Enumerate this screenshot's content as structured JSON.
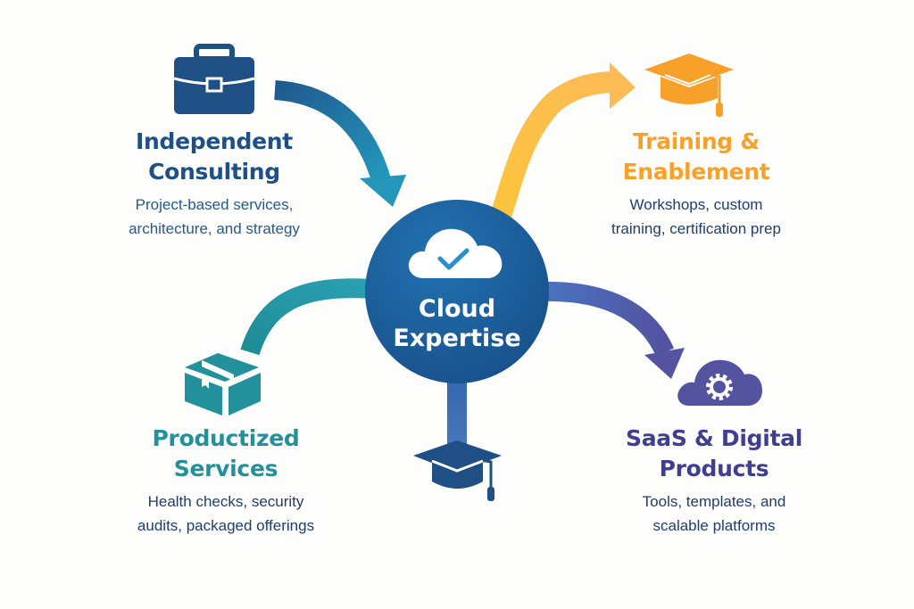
{
  "center": {
    "title_line1": "Cloud",
    "title_line2": "Expertise",
    "icon": "cloud-check-icon",
    "color": "#1b5a95"
  },
  "nodes": [
    {
      "id": "independent-consulting",
      "title_line1": "Independent",
      "title_line2": "Consulting",
      "desc_line1": "Project-based services,",
      "desc_line2": "architecture, and strategy",
      "icon": "briefcase-icon",
      "color": "#1e4f85",
      "arrow_direction": "into-center"
    },
    {
      "id": "training-enablement",
      "title_line1": "Training &",
      "title_line2": "Enablement",
      "desc_line1": "Workshops, custom",
      "desc_line2": "training, certification prep",
      "icon": "graduation-cap-icon",
      "color": "#f7a12b",
      "arrow_direction": "out-of-center"
    },
    {
      "id": "productized-services",
      "title_line1": "Productized",
      "title_line2": "Services",
      "desc_line1": "Health checks, security",
      "desc_line2": "audits, packaged offerings",
      "icon": "box-icon",
      "color": "#22919b",
      "arrow_direction": "connector"
    },
    {
      "id": "saas-digital-products",
      "title_line1": "SaaS & Digital",
      "title_line2": "Products",
      "desc_line1": "Tools, templates, and",
      "desc_line2": "scalable platforms",
      "icon": "cloud-gear-icon",
      "color": "#4f4f9e",
      "arrow_direction": "out-of-center"
    },
    {
      "id": "bottom-training",
      "icon": "graduation-cap-icon",
      "color": "#1e4f85",
      "arrow_direction": "connector"
    }
  ]
}
